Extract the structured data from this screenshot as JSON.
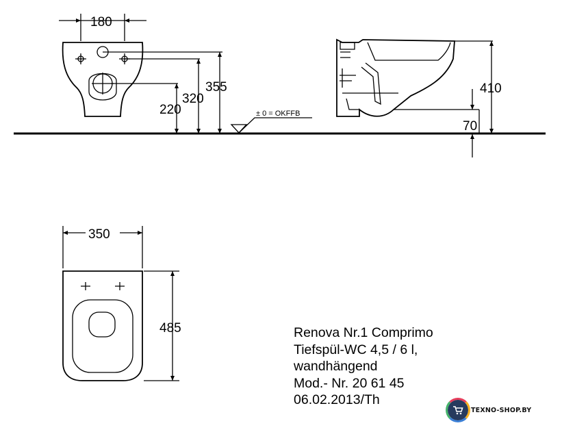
{
  "dimensions": {
    "front_width": "180",
    "height_355": "355",
    "height_320": "320",
    "height_220": "220",
    "floor_ref": "± 0 = OKFFB",
    "side_height": "410",
    "side_offset": "70",
    "top_width": "350",
    "top_depth": "485"
  },
  "caption": {
    "line1": "Renova Nr.1 Comprimo",
    "line2": "Tiefspül-WC 4,5 / 6 l,",
    "line3": "wandhängend",
    "line4": "Mod.- Nr. 20 61 45",
    "line5": "06.02.2013/Th"
  },
  "brand": {
    "name": "TEXNO-SHOP.BY",
    "icon": "shopping-cart-icon",
    "colors": {
      "circle": "#263a5e",
      "accent_red": "#e63b5a",
      "accent_yellow": "#f7b021",
      "accent_blue": "#3b7fd6",
      "accent_green": "#45b36b"
    }
  }
}
